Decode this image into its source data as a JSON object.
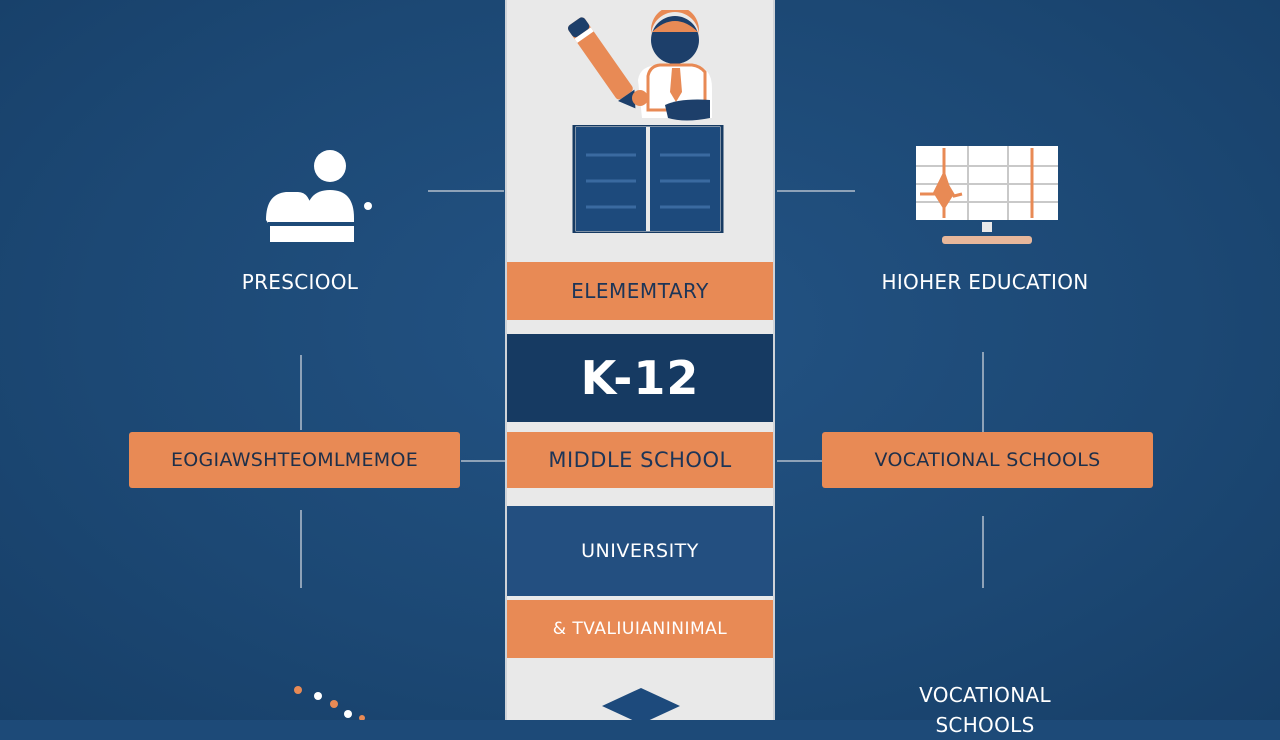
{
  "center": {
    "band1": "ELEMEMTARY",
    "band2": "K-12",
    "band3": "MIDDLE SCHOOL",
    "band4": "UNIVERSITY",
    "band5": "& TVALIUIANINIMAL"
  },
  "left": {
    "top_label": "PRESCIOOL",
    "box_label": "EOGIAWSHTEOMLMEMOE"
  },
  "right": {
    "top_label": "HIOHER EDUCATION",
    "box_label": "VOCATIONAL SCHOOLS",
    "bottom_label_line1": "VOCATIONAL",
    "bottom_label_line2": "SCHOOLS"
  },
  "colors": {
    "background": "#1d4a78",
    "orange": "#e88a55",
    "navy": "#163a62",
    "light": "#e9e9e9"
  },
  "icons": [
    "teacher-with-pencil-icon",
    "open-book-icon",
    "people-icon",
    "computer-chart-icon",
    "diamond-icon",
    "dots-icon"
  ]
}
